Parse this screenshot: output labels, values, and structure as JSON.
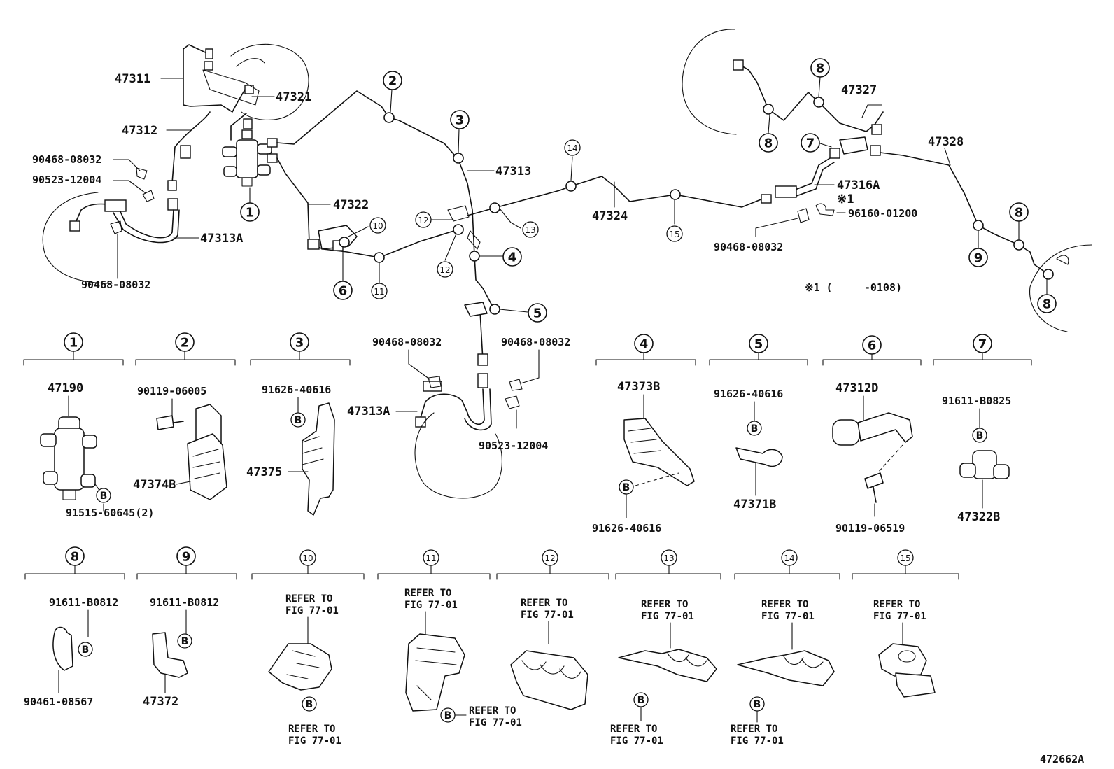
{
  "labels": {
    "p47311": "47311",
    "p47321": "47321",
    "p47312": "47312",
    "p90468_a": "90468-08032",
    "p90523_a": "90523-12004",
    "p47313A_a": "47313A",
    "p90468_b": "90468-08032",
    "p47313": "47313",
    "p47322": "47322",
    "p47324": "47324",
    "p47327": "47327",
    "p47328": "47328",
    "p47316A": "47316A",
    "p96160": "96160-01200",
    "note_mark": "※1",
    "p90468_c": "90468-08032",
    "note_text": "※1 (     -0108)",
    "p90468_d": "90468-08032",
    "p90468_e": "90468-08032",
    "p47313A_b": "47313A",
    "p90523_b": "90523-12004"
  },
  "callouts": {
    "c1": "1",
    "c2": "2",
    "c3": "3",
    "c4": "4",
    "c5": "5",
    "c6": "6",
    "c7": "7",
    "c8": "8",
    "c9": "9",
    "c10": "10",
    "c11": "11",
    "c12": "12",
    "c13": "13",
    "c14": "14",
    "c15": "15"
  },
  "details": {
    "d1": {
      "num": "1",
      "part": "47190",
      "bolt": "91515-60645(2)",
      "b": "B"
    },
    "d2": {
      "num": "2",
      "bolt": "90119-06005",
      "part": "47374B"
    },
    "d3": {
      "num": "3",
      "bolt": "91626-40616",
      "part": "47375",
      "b": "B"
    },
    "d4": {
      "num": "4",
      "part": "47373B",
      "bolt": "91626-40616",
      "b": "B"
    },
    "d5": {
      "num": "5",
      "bolt": "91626-40616",
      "part": "47371B",
      "b": "B"
    },
    "d6": {
      "num": "6",
      "part": "47312D",
      "bolt": "90119-06519"
    },
    "d7": {
      "num": "7",
      "bolt": "91611-B0825",
      "part": "47322B",
      "b": "B"
    },
    "d8": {
      "num": "8",
      "bolt": "91611-B0812",
      "part": "90461-08567",
      "b": "B"
    },
    "d9": {
      "num": "9",
      "bolt": "91611-B0812",
      "part": "47372",
      "b": "B"
    },
    "d10": {
      "num": "10",
      "ref1": "REFER TO",
      "fig1": "FIG 77-01",
      "b": "B",
      "ref2": "REFER TO",
      "fig2": "FIG 77-01"
    },
    "d11": {
      "num": "11",
      "ref1": "REFER TO",
      "fig1": "FIG 77-01",
      "b": "B",
      "ref2": "REFER TO",
      "fig2": "FIG 77-01"
    },
    "d12": {
      "num": "12",
      "ref1": "REFER TO",
      "fig1": "FIG 77-01"
    },
    "d13": {
      "num": "13",
      "ref1": "REFER TO",
      "fig1": "FIG 77-01",
      "b": "B",
      "ref2": "REFER TO",
      "fig2": "FIG 77-01"
    },
    "d14": {
      "num": "14",
      "ref1": "REFER TO",
      "fig1": "FIG 77-01",
      "b": "B",
      "ref2": "REFER TO",
      "fig2": "FIG 77-01"
    },
    "d15": {
      "num": "15",
      "ref1": "REFER TO",
      "fig1": "FIG 77-01"
    }
  },
  "figure_code": "472662A"
}
